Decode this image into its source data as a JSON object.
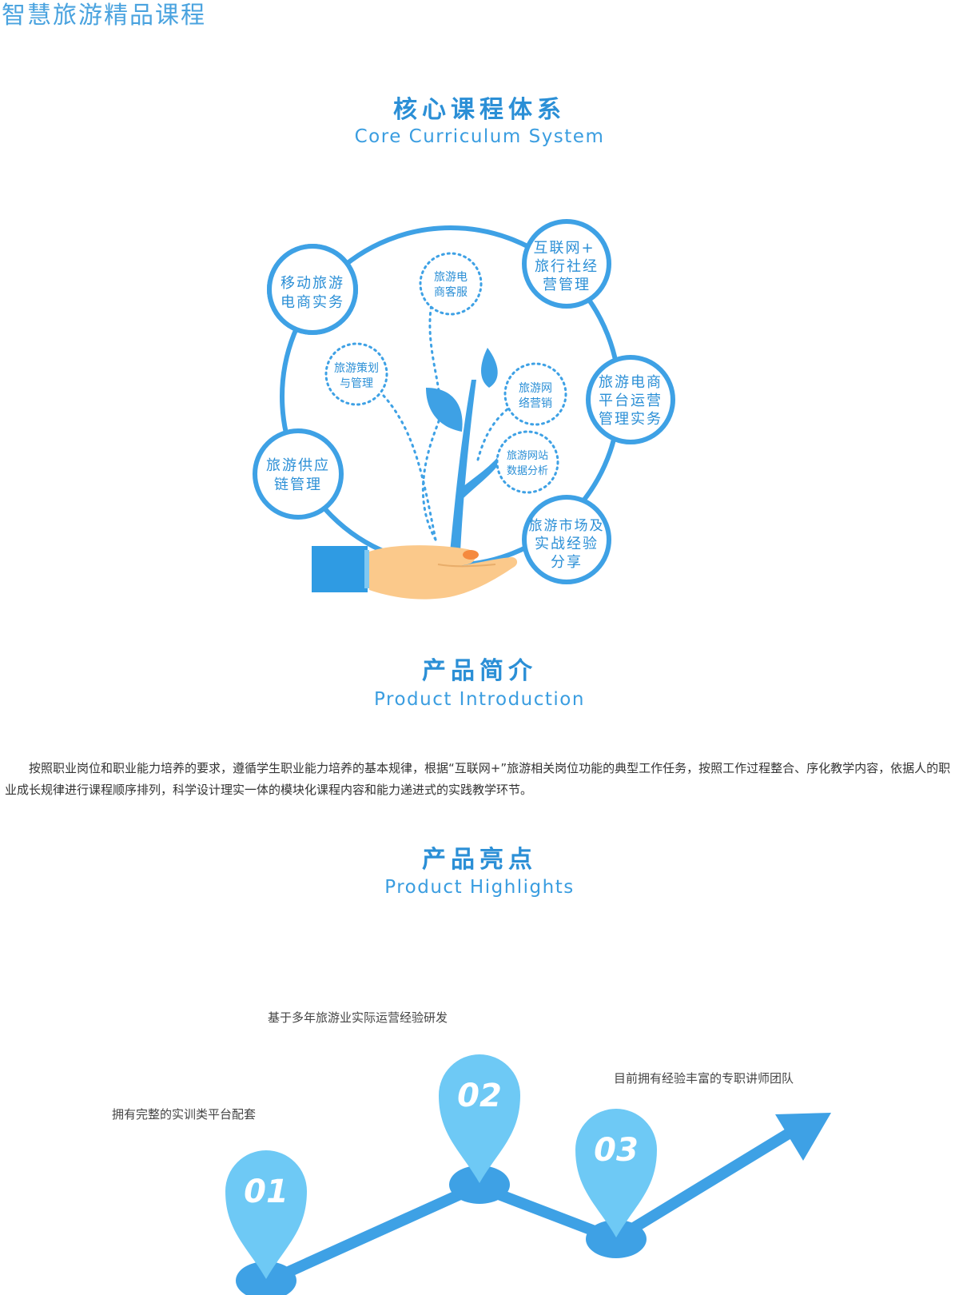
{
  "page": {
    "title": "智慧旅游精品课程"
  },
  "core": {
    "title": "核心课程体系",
    "subtitle": "Core Curriculum System",
    "main_nodes": [
      {
        "lines": [
          "移动旅游",
          "电商实务"
        ]
      },
      {
        "lines": [
          "互联网+",
          "旅行社经",
          "营管理"
        ]
      },
      {
        "lines": [
          "旅游电商",
          "平台运营",
          "管理实务"
        ]
      },
      {
        "lines": [
          "旅游供应",
          "链管理"
        ]
      },
      {
        "lines": [
          "旅游市场及",
          "实战经验",
          "分享"
        ]
      }
    ],
    "dotted_nodes": [
      {
        "lines": [
          "旅游电",
          "商客服"
        ]
      },
      {
        "lines": [
          "旅游策划",
          "与管理"
        ]
      },
      {
        "lines": [
          "旅游网",
          "络营销"
        ]
      },
      {
        "lines": [
          "旅游网站",
          "数据分析"
        ]
      }
    ]
  },
  "intro": {
    "title": "产品简介",
    "subtitle": "Product Introduction",
    "text": "按照职业岗位和职业能力培养的要求，遵循学生职业能力培养的基本规律，根据“互联网+”旅游相关岗位功能的典型工作任务，按照工作过程整合、序化教学内容，依据人的职业成长规律进行课程顺序排列，科学设计理实一体的模块化课程内容和能力递进式的实践教学环节。"
  },
  "highlights": {
    "title": "产品亮点",
    "subtitle": "Product Highlights",
    "items": [
      {
        "num": "01",
        "text": "拥有完整的实训类平台配套"
      },
      {
        "num": "02",
        "text": "基于多年旅游业实际运营经验研发"
      },
      {
        "num": "03",
        "text": "目前拥有经验丰富的专职讲师团队"
      }
    ]
  },
  "colors": {
    "accent": "#3ea1e5",
    "light": "#6ec9f5",
    "hand": "#fbc98b",
    "sleeve": "#2f9be3"
  }
}
